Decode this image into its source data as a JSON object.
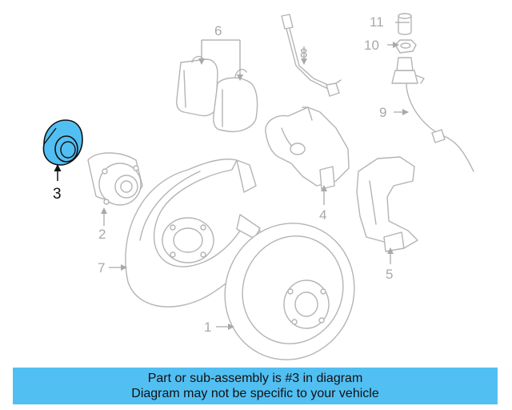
{
  "callouts": {
    "n1": "1",
    "n2": "2",
    "n3": "3",
    "n4": "4",
    "n5": "5",
    "n6": "6",
    "n7": "7",
    "n8": "8",
    "n9": "9",
    "n10": "10",
    "n11": "11"
  },
  "banner": {
    "line1": "Part or sub-assembly is #3 in diagram",
    "line2": "Diagram may not be specific to your vehicle"
  },
  "colors": {
    "highlight_part": "#52bff2",
    "banner_bg": "#52bff2",
    "line_gray": "#b4b4b4"
  }
}
